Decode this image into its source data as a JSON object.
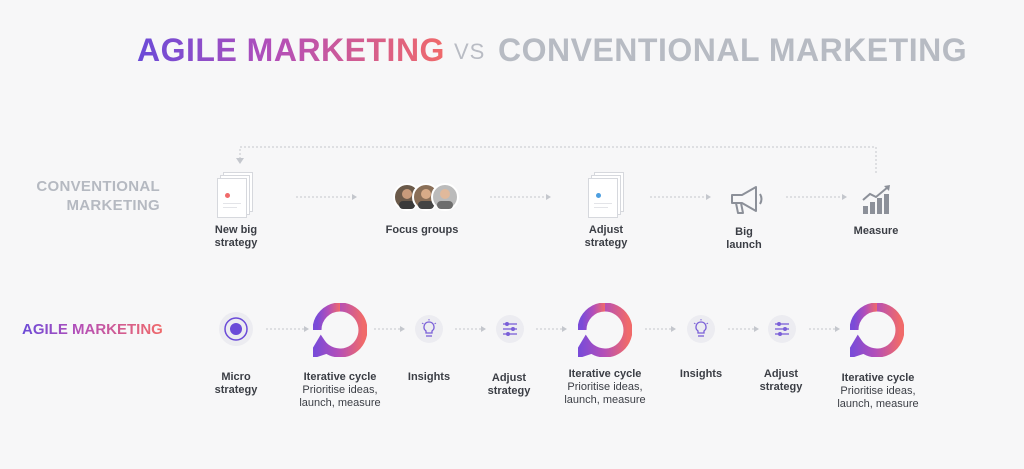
{
  "title": {
    "agile": "AGILE MARKETING",
    "vs": "VS",
    "conventional": "CONVENTIONAL MARKETING"
  },
  "conventional": {
    "label_line1": "CONVENTIONAL",
    "label_line2": "MARKETING",
    "steps": [
      {
        "line1": "New big",
        "line2": "strategy",
        "icon": "document-stack-icon"
      },
      {
        "line1": "Focus groups",
        "line2": "",
        "icon": "people-avatars-icon"
      },
      {
        "line1": "Adjust",
        "line2": "strategy",
        "icon": "document-stack-icon"
      },
      {
        "line1": "Big",
        "line2": "launch",
        "icon": "megaphone-icon"
      },
      {
        "line1": "Measure",
        "line2": "",
        "icon": "bar-chart-icon"
      }
    ]
  },
  "agile": {
    "label": "AGILE MARKETING",
    "steps": [
      {
        "line1": "Micro",
        "line2": "strategy",
        "line3": "",
        "icon": "target-icon"
      },
      {
        "line1": "Iterative cycle",
        "line2": "Prioritise ideas,",
        "line3": "launch, measure",
        "icon": "cycle-icon"
      },
      {
        "line1": "Insights",
        "line2": "",
        "line3": "",
        "icon": "lightbulb-icon"
      },
      {
        "line1": "Adjust",
        "line2": "strategy",
        "line3": "",
        "icon": "sliders-icon"
      },
      {
        "line1": "Iterative cycle",
        "line2": "Prioritise ideas,",
        "line3": "launch, measure",
        "icon": "cycle-icon"
      },
      {
        "line1": "Insights",
        "line2": "",
        "line3": "",
        "icon": "lightbulb-icon"
      },
      {
        "line1": "Adjust",
        "line2": "strategy",
        "line3": "",
        "icon": "sliders-icon"
      },
      {
        "line1": "Iterative cycle",
        "line2": "Prioritise ideas,",
        "line3": "launch, measure",
        "icon": "cycle-icon"
      }
    ]
  },
  "colors": {
    "gradient_start": "#6b4bd8",
    "gradient_mid": "#b44fb8",
    "gradient_end": "#f06a6a",
    "muted_gray": "#b7bbc3",
    "text_dark": "#3b3e45",
    "arrow_gray": "#c4c7cd"
  }
}
